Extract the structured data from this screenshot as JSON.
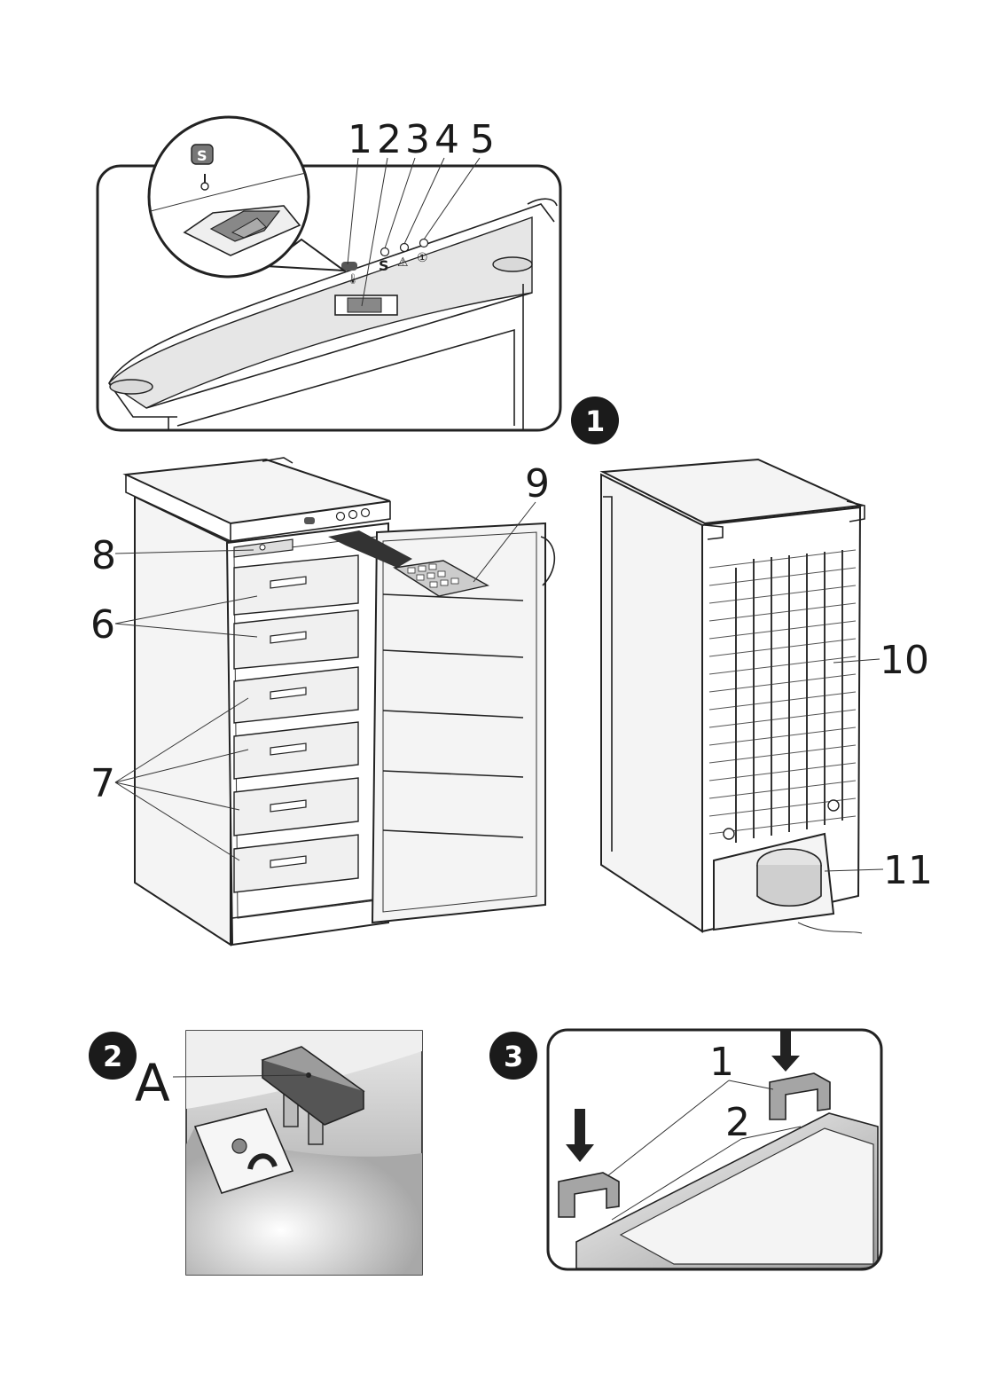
{
  "figure1": {
    "badge": "1",
    "panel_numbers": [
      "1",
      "2",
      "3",
      "4",
      "5"
    ],
    "switch_letter": "S",
    "indicator_symbols": [
      "S",
      "⚠",
      "①"
    ],
    "front_callouts": [
      "8",
      "6",
      "7",
      "9"
    ],
    "rear_callouts": [
      "10",
      "11"
    ]
  },
  "figure2": {
    "badge": "2",
    "label_a": "A"
  },
  "figure3": {
    "badge": "3",
    "callouts": [
      "1",
      "2"
    ]
  }
}
